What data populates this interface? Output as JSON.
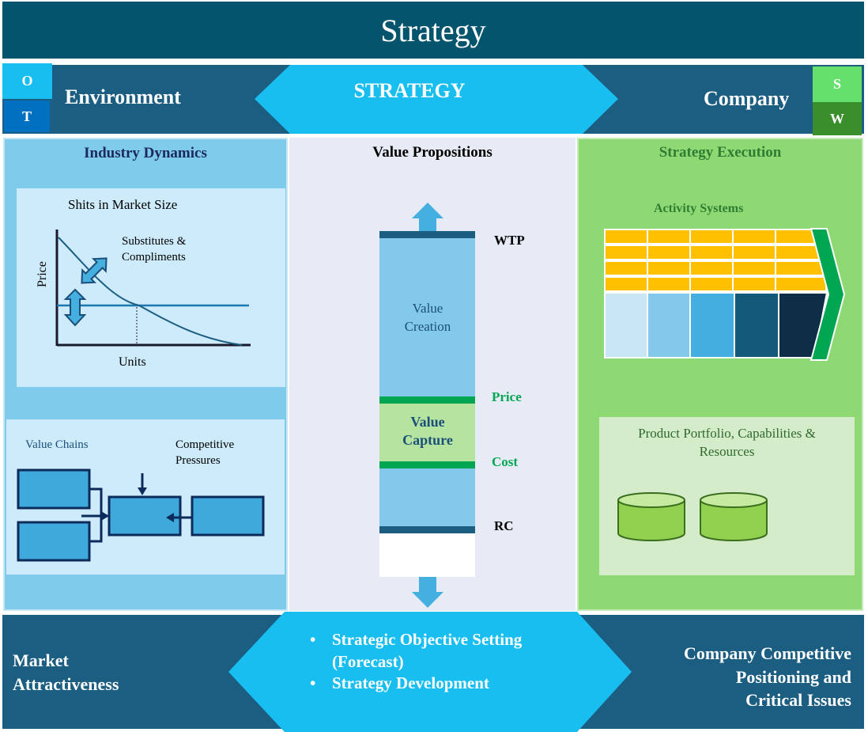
{
  "title": "Strategy",
  "header": {
    "left_label": "Environment",
    "center_label": "STRATEGY",
    "right_label": "Company",
    "swot": {
      "o": "O",
      "t": "T",
      "s": "S",
      "w": "W"
    }
  },
  "industry": {
    "title": "Industry Dynamics",
    "market_title": "Shits in Market Size",
    "price_label": "Price",
    "units_label": "Units",
    "substitutes_label": [
      "Substitutes &",
      "Compliments"
    ],
    "value_chains_label": "Value Chains",
    "competitive_label": [
      "Competitive",
      "Pressures"
    ]
  },
  "value": {
    "title": "Value Propositions",
    "wtp": "WTP",
    "creation": [
      "Value",
      "Creation"
    ],
    "price": "Price",
    "capture": [
      "Value",
      "Capture"
    ],
    "cost": "Cost",
    "rc": "RC"
  },
  "execution": {
    "title": "Strategy Execution",
    "activity": "Activity Systems",
    "portfolio": [
      "Product Portfolio, Capabilities &",
      "Resources"
    ]
  },
  "bottom": {
    "left": [
      "Market",
      "Attractiveness"
    ],
    "bullets": [
      "Strategic Objective Setting (Forecast)",
      "Strategy Development"
    ],
    "right": [
      "Company Competitive",
      "Positioning and",
      "Critical Issues"
    ]
  },
  "colors": {
    "dark_navy": "#04546e",
    "band_blue": "#1b5e82",
    "cyan": "#19bef0",
    "light_blue_panel": "#7fcbeb",
    "pale_blue": "#cdebfb",
    "green_panel": "#8fd974",
    "yellow": "#ffc000",
    "green_text": "#00a651"
  }
}
